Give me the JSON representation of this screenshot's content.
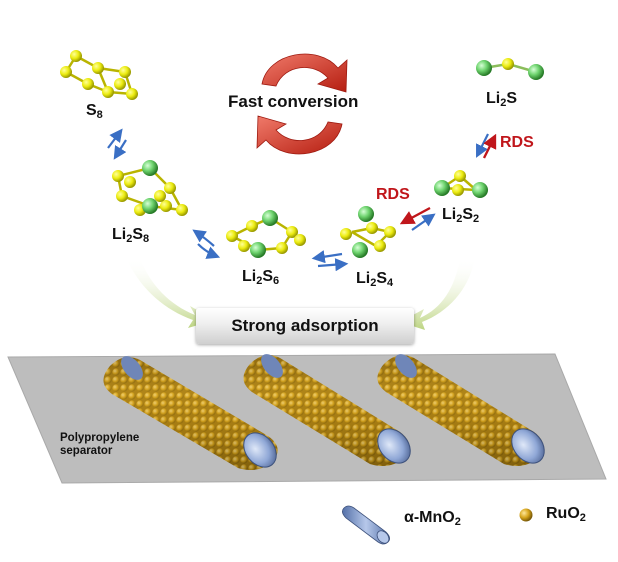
{
  "title": "Fast conversion",
  "species": {
    "s8": {
      "main": "S",
      "sub": "8"
    },
    "li2s8": {
      "a": "Li",
      "b": "2",
      "c": "S",
      "d": "8"
    },
    "li2s6": {
      "a": "Li",
      "b": "2",
      "c": "S",
      "d": "6"
    },
    "li2s4": {
      "a": "Li",
      "b": "2",
      "c": "S",
      "d": "4"
    },
    "li2s2": {
      "a": "Li",
      "b": "2",
      "c": "S",
      "d": "2"
    },
    "li2s": {
      "a": "Li",
      "b": "2",
      "c": "S"
    }
  },
  "rds_label_1": "RDS",
  "rds_label_2": "RDS",
  "strong_adsorption": "Strong adsorption",
  "separator_label_line1": "Polypropylene",
  "separator_label_line2": "separator",
  "legend": {
    "mno2": {
      "prefix": "α-MnO",
      "sub": "2"
    },
    "ruo2": {
      "prefix": "RuO",
      "sub": "2"
    }
  },
  "colors": {
    "sulfur": "#e8e000",
    "lithium": "#5cc85c",
    "arrow_blue": "#3a6fc4",
    "arrow_red": "#c0161b",
    "ruo2": "#c9a21a",
    "mno2": "#8fa7d6",
    "separator": "#bdbdbd",
    "curved_arrow": "#d9432e",
    "adsorption_arrow": "#c9dd8c"
  },
  "icons": [
    "cycle-arrows-icon",
    "mno2-rod-icon",
    "ruo2-sphere-icon"
  ]
}
